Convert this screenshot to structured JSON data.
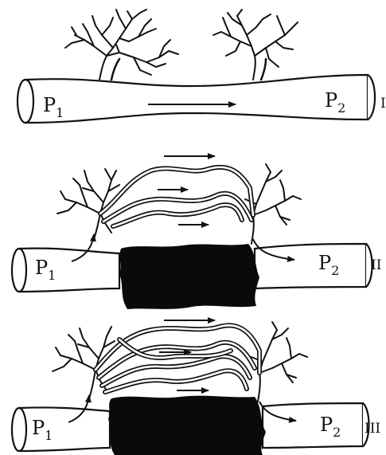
{
  "panels": [
    {
      "id": "I",
      "label_left": "P",
      "sub_left": "1",
      "label_right": "P",
      "sub_right": "2",
      "roman": "I"
    },
    {
      "id": "II",
      "label_left": "P",
      "sub_left": "1",
      "label_right": "P",
      "sub_right": "2",
      "roman": "II"
    },
    {
      "id": "III",
      "label_left": "P",
      "sub_left": "1",
      "label_right": "P",
      "sub_right": "2",
      "roman": "III"
    }
  ],
  "colors": {
    "ink": "#111111",
    "occlusion": "#0a0a0a",
    "background": "#ffffff"
  }
}
